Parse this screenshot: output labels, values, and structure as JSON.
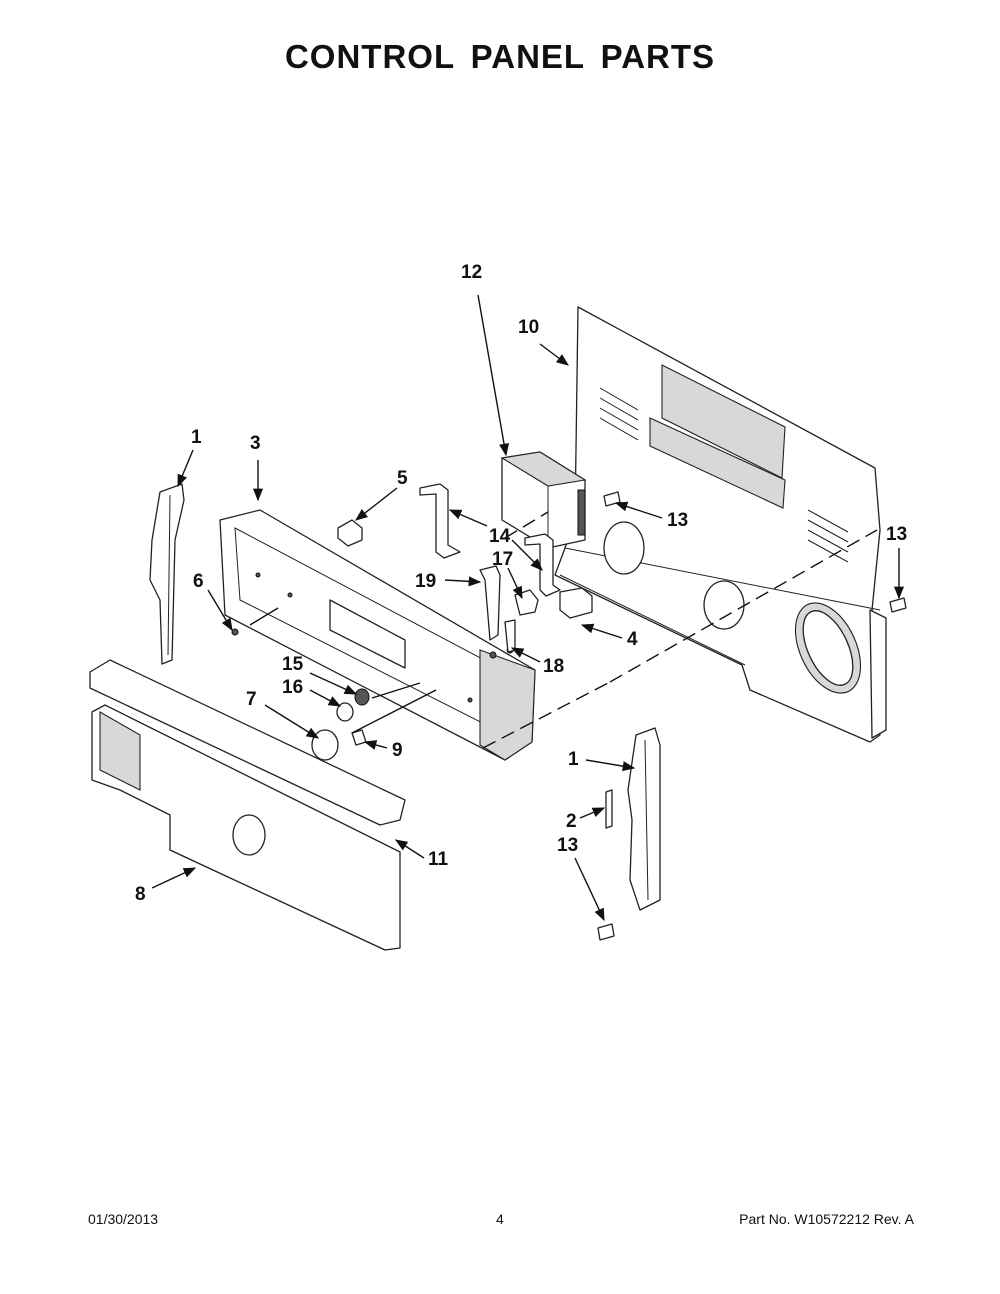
{
  "title": "CONTROL PANEL PARTS",
  "footer": {
    "date": "01/30/2013",
    "page": "4",
    "part_number": "Part No.  W10572212  Rev.  A"
  },
  "callouts": [
    {
      "id": "c-10",
      "label": "10"
    },
    {
      "id": "c-12",
      "label": "12"
    },
    {
      "id": "c-1a",
      "label": "1"
    },
    {
      "id": "c-3",
      "label": "3"
    },
    {
      "id": "c-5",
      "label": "5"
    },
    {
      "id": "c-13a",
      "label": "13"
    },
    {
      "id": "c-14",
      "label": "14"
    },
    {
      "id": "c-13b",
      "label": "13"
    },
    {
      "id": "c-17",
      "label": "17"
    },
    {
      "id": "c-19",
      "label": "19"
    },
    {
      "id": "c-6",
      "label": "6"
    },
    {
      "id": "c-4",
      "label": "4"
    },
    {
      "id": "c-18",
      "label": "18"
    },
    {
      "id": "c-15",
      "label": "15"
    },
    {
      "id": "c-16",
      "label": "16"
    },
    {
      "id": "c-7",
      "label": "7"
    },
    {
      "id": "c-9",
      "label": "9"
    },
    {
      "id": "c-1b",
      "label": "1"
    },
    {
      "id": "c-2",
      "label": "2"
    },
    {
      "id": "c-13c",
      "label": "13"
    },
    {
      "id": "c-11",
      "label": "11"
    },
    {
      "id": "c-8",
      "label": "8"
    }
  ]
}
